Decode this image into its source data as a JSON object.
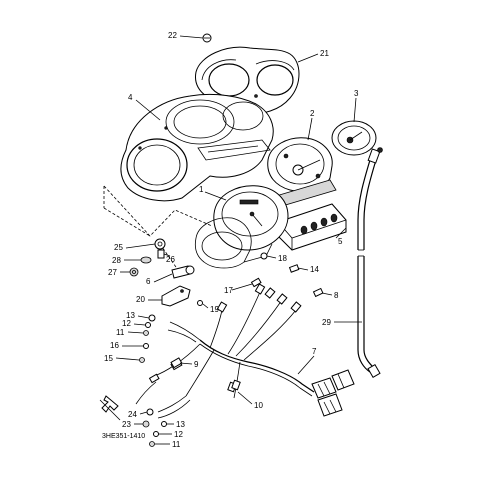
{
  "diagram": {
    "part_code": "3HE351-1410",
    "callouts": [
      {
        "id": "c1",
        "text": "1"
      },
      {
        "id": "c2",
        "text": "2"
      },
      {
        "id": "c3",
        "text": "3"
      },
      {
        "id": "c4",
        "text": "4"
      },
      {
        "id": "c5",
        "text": "5"
      },
      {
        "id": "c6",
        "text": "6"
      },
      {
        "id": "c7",
        "text": "7"
      },
      {
        "id": "c8",
        "text": "8"
      },
      {
        "id": "c9",
        "text": "9"
      },
      {
        "id": "c10",
        "text": "10"
      },
      {
        "id": "c11a",
        "text": "11"
      },
      {
        "id": "c11b",
        "text": "11"
      },
      {
        "id": "c12a",
        "text": "12"
      },
      {
        "id": "c12b",
        "text": "12"
      },
      {
        "id": "c13a",
        "text": "13"
      },
      {
        "id": "c13b",
        "text": "13"
      },
      {
        "id": "c14",
        "text": "14"
      },
      {
        "id": "c15",
        "text": "15"
      },
      {
        "id": "c16",
        "text": "16"
      },
      {
        "id": "c17",
        "text": "17"
      },
      {
        "id": "c18",
        "text": "18"
      },
      {
        "id": "c19",
        "text": "19"
      },
      {
        "id": "c20",
        "text": "20"
      },
      {
        "id": "c21",
        "text": "21"
      },
      {
        "id": "c22",
        "text": "22"
      },
      {
        "id": "c23",
        "text": "23"
      },
      {
        "id": "c24",
        "text": "24"
      },
      {
        "id": "c25",
        "text": "25"
      },
      {
        "id": "c26",
        "text": "26"
      },
      {
        "id": "c27",
        "text": "27"
      },
      {
        "id": "c28",
        "text": "28"
      },
      {
        "id": "c29",
        "text": "29"
      }
    ]
  }
}
